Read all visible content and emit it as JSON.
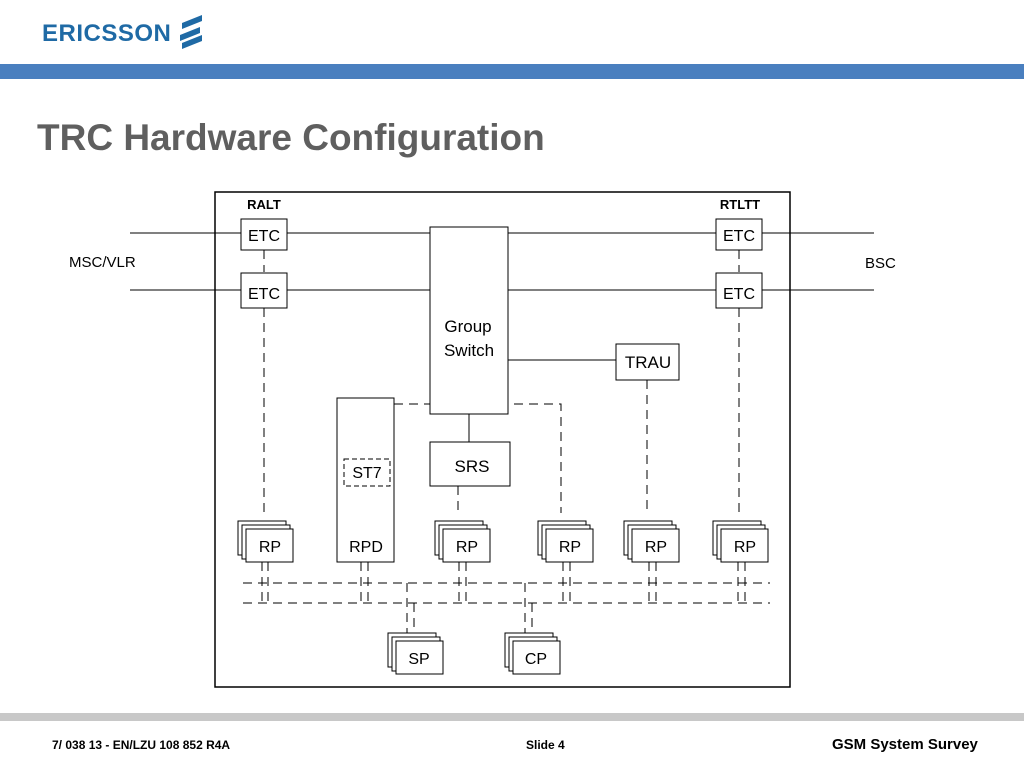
{
  "header": {
    "logo_text": "ERICSSON",
    "logo_icon": "ericsson-stripes-icon",
    "brand_color": "#1f6aa5",
    "bar_color": "#4a7fbf"
  },
  "slide": {
    "title": "TRC Hardware Configuration"
  },
  "diagram": {
    "ralt_label": "RALT",
    "rtltt_label": "RTLTT",
    "msc_label": "MSC/VLR",
    "bsc_label": "BSC",
    "etc_label": "ETC",
    "group_switch_line1": "Group",
    "group_switch_line2": "Switch",
    "trau_label": "TRAU",
    "srs_label": "SRS",
    "st7_label": "ST7",
    "rpd_label": "RPD",
    "rp_label": "RP",
    "sp_label": "SP",
    "cp_label": "CP"
  },
  "footer": {
    "doc_ref": "7/ 038 13 - EN/LZU 108 852  R4A",
    "slide_number": "Slide 4",
    "course_name": "GSM System Survey"
  }
}
